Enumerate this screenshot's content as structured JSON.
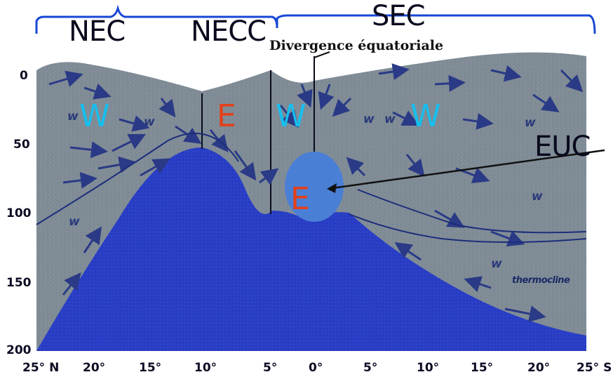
{
  "current_labels": {
    "nec": "NEC",
    "necc": "NECC",
    "sec": "SEC",
    "euc": "EUC"
  },
  "divergence_label": "Divergence équatoriale",
  "thermocline_label": "thermocline",
  "regime_labels": {
    "west": "W",
    "east": "E"
  },
  "small_w": "w",
  "y_axis_ticks": [
    "0",
    "50",
    "100",
    "150",
    "200"
  ],
  "x_axis_ticks": [
    "25° N",
    "20°",
    "15°",
    "10°",
    "5°",
    "0°",
    "5°",
    "10°",
    "15°",
    "20°",
    "25° S"
  ],
  "colors": {
    "upper_water": "#848c97",
    "upper_water_speckle": "#3f8a86",
    "deep_water": "#2a3fc6",
    "deep_water_dark": "#1a2aa8",
    "euc_core": "#4a7fd6",
    "w_label": "#16bfee",
    "e_label": "#e2401a",
    "bracket": "#1747d6",
    "arrow": "#2a3a86"
  }
}
